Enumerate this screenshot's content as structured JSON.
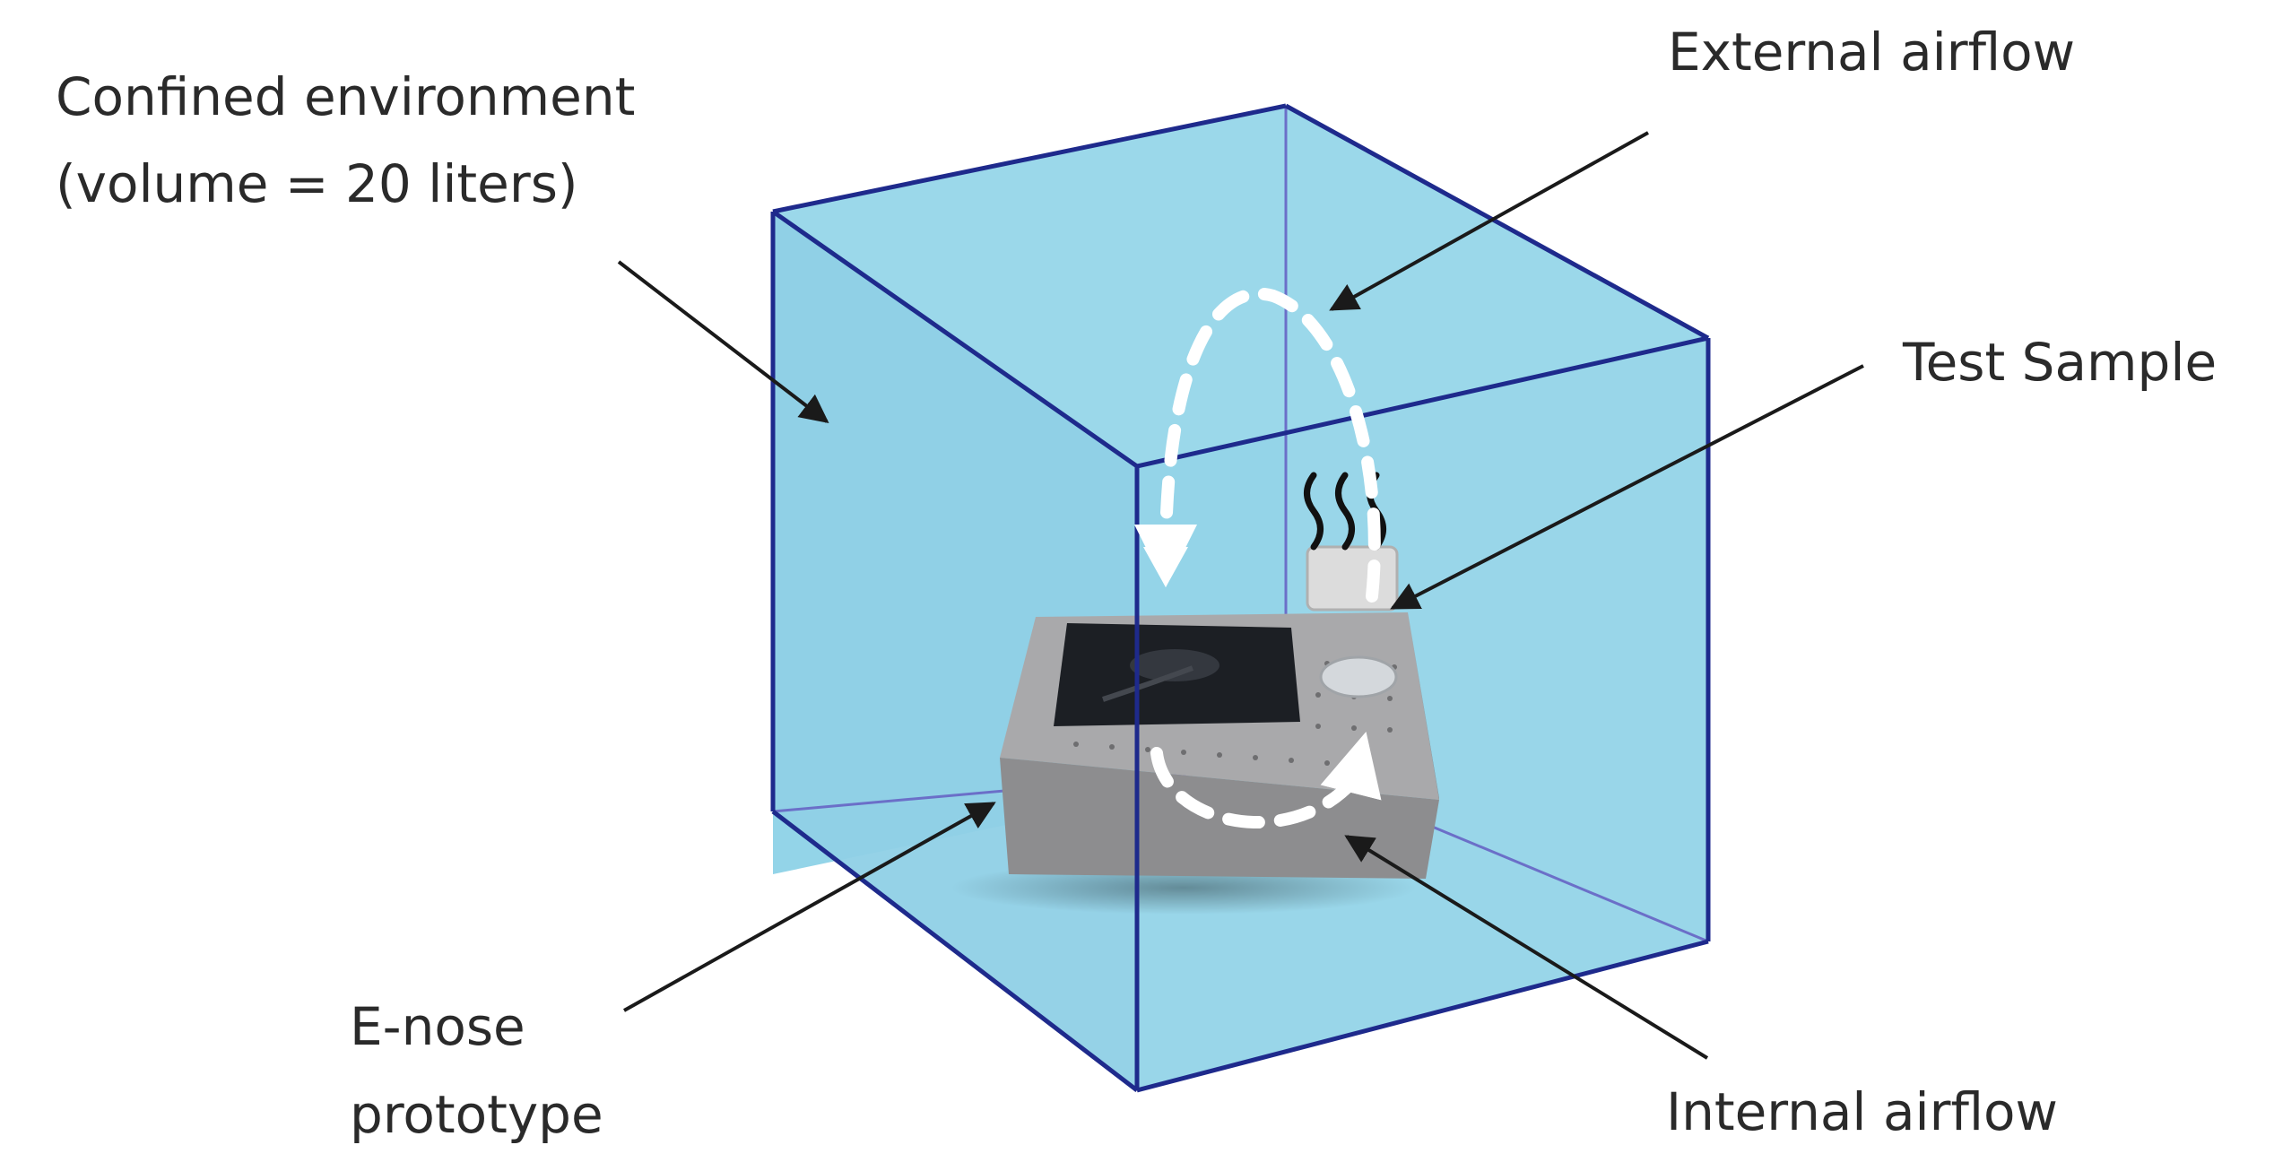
{
  "labels": {
    "confined_line1": "Confined environment",
    "confined_line2": "(volume = 20 liters)",
    "external_airflow": "External airflow",
    "test_sample": "Test Sample",
    "enose_line1": "E-nose",
    "enose_line2": "prototype",
    "internal_airflow": "Internal airflow"
  },
  "colors": {
    "cube_fill": "#93d4e8",
    "cube_edge": "#1e2a8c",
    "device": "#8d8d8f",
    "fan": "#1c1f24",
    "airflow": "#ffffff",
    "arrow": "#1a1a1a"
  }
}
